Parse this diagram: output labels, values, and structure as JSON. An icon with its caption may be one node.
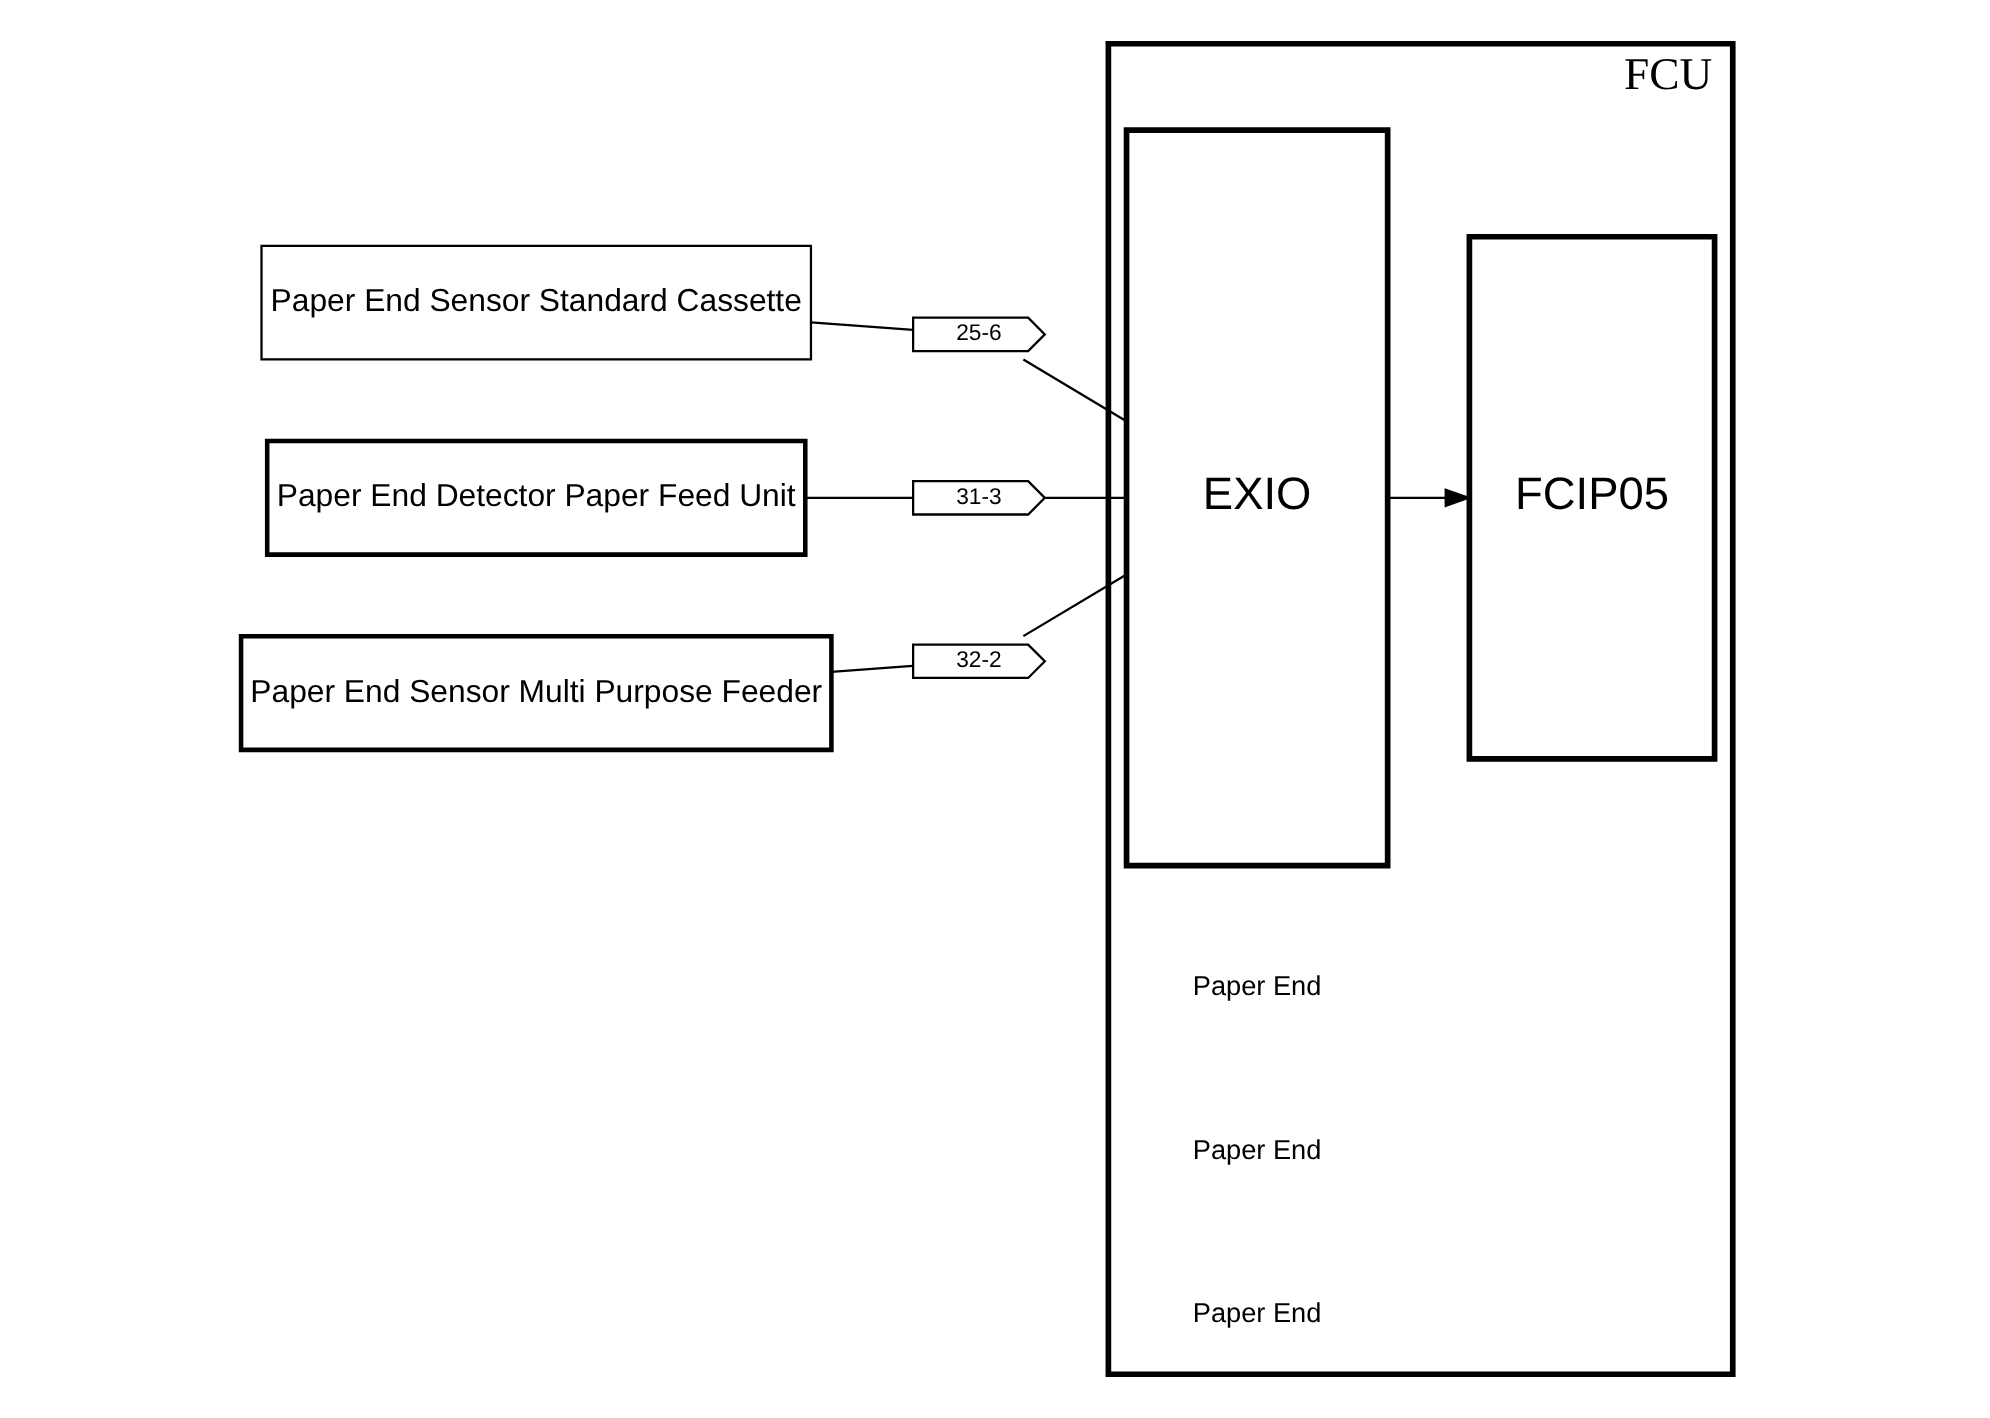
{
  "diagram": {
    "nodes": [
      {
        "text": [
          "FCU"
        ]
      },
      {
        "text": [
          "EXIO"
        ],
        "in": 0
      },
      {
        "text": [
          "FCIP05"
        ],
        "in": 0
      },
      {
        "text": [
          "Paper End Sensor Standard Cassette"
        ]
      },
      {
        "text": [
          "Paper End Detector Paper Feed Unit"
        ]
      },
      {
        "text": [
          "Paper End Sensor Multi Purpose Feeder"
        ]
      },
      {
        "text": [
          "25-6"
        ]
      },
      {
        "text": [
          "31-3"
        ]
      },
      {
        "text": [
          "32-2"
        ]
      }
    ],
    "edges": [
      {
        "from": 3,
        "to": 6,
        "arrow": "none"
      },
      {
        "from": 4,
        "to": 7,
        "arrow": "none"
      },
      {
        "from": 5,
        "to": 8,
        "arrow": "none"
      },
      {
        "from": 6,
        "to": 1,
        "arrow": "none"
      },
      {
        "from": 7,
        "to": 1,
        "arrow": "none"
      },
      {
        "from": 8,
        "to": 1,
        "arrow": "none"
      },
      {
        "from": 1,
        "to": 2,
        "arrow": "to"
      }
    ],
    "labels": [
      "Paper End",
      "Paper End",
      "Paper End"
    ]
  }
}
